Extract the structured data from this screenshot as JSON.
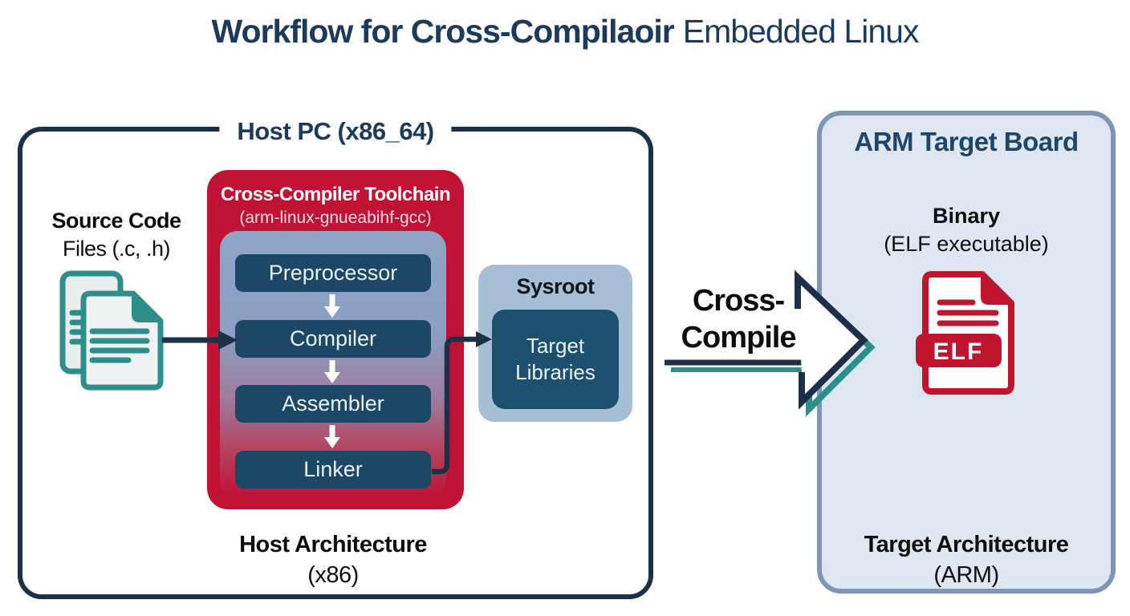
{
  "title": {
    "emphasis": "Workflow for Cross-Compilaoir",
    "rest": "Embedded Linux"
  },
  "host_pc": {
    "label": "Host PC (x86_64)",
    "source_code": {
      "title": "Source Code",
      "subtitle": "Files (.c, .h)"
    },
    "toolchain": {
      "title": "Cross-Compiler Toolchain",
      "subtitle": "(arm-linux-gnueabihf-gcc)",
      "stages": [
        "Preprocessor",
        "Compiler",
        "Assembler",
        "Linker"
      ]
    },
    "sysroot": {
      "title": "Sysroot",
      "contents": "Target Libraries"
    },
    "architecture": {
      "title": "Host Architecture",
      "subtitle": "(x86)"
    }
  },
  "cross_compile": {
    "label_line1": "Cross-",
    "label_line2": "Compile"
  },
  "arm_board": {
    "title": "ARM Target Board",
    "binary": {
      "title": "Binary",
      "subtitle": "(ELF executable)"
    },
    "elf_badge": "ELF",
    "architecture": {
      "title": "Target Architecture",
      "subtitle": "(ARM)"
    }
  },
  "colors": {
    "navy_line": "#1c3048",
    "title_navy": "#1b3a5c",
    "toolchain_red": "#c01235",
    "panel_blue": "#8ea5c6",
    "stage_fill": "#1c4866",
    "sysroot_fill": "#a7bed7",
    "teal_accent": "#2e8f8a",
    "board_fill": "#dde6f1",
    "board_border": "#7e96b4",
    "elf_red": "#c0152f"
  }
}
